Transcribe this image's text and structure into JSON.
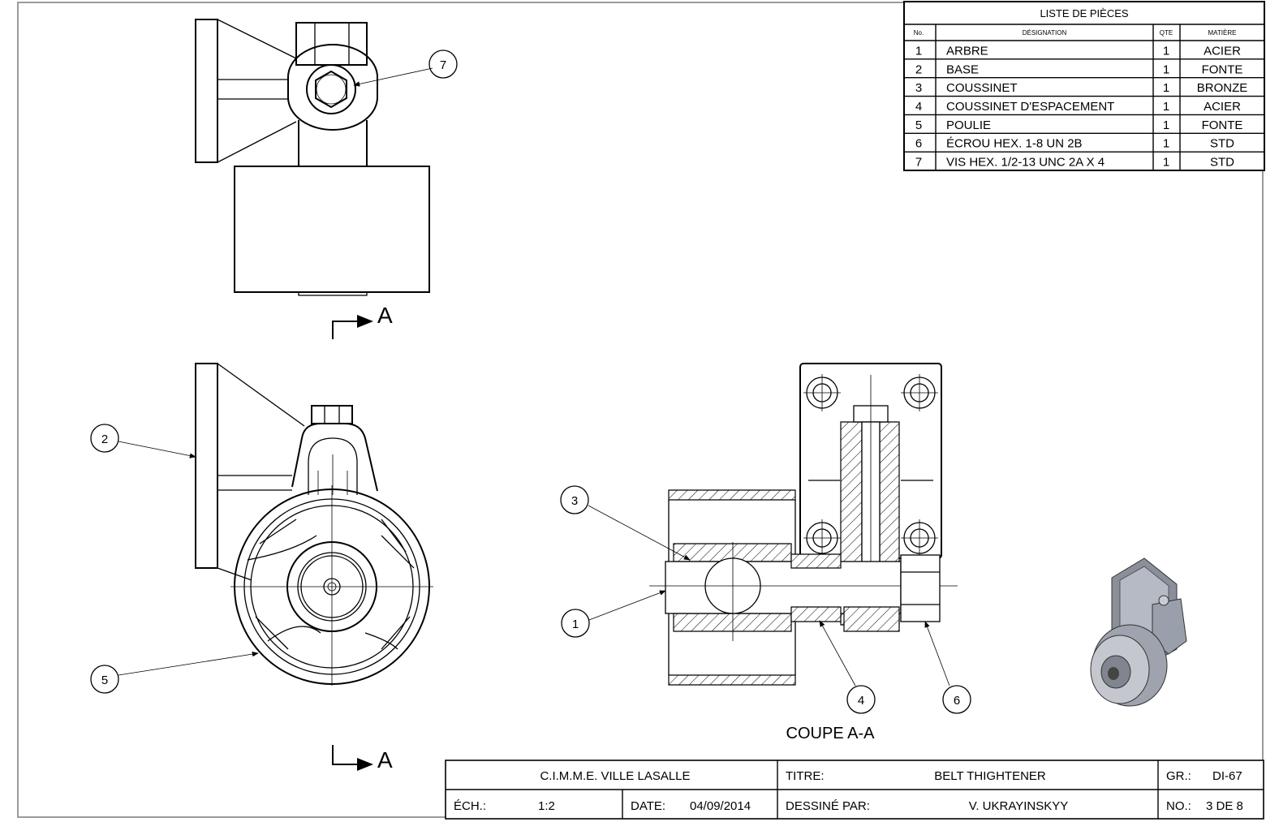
{
  "parts_list": {
    "title": "LISTE DE PIÈCES",
    "headers": [
      "No.",
      "DÉSIGNATION",
      "QTE",
      "MATIÈRE"
    ],
    "rows": [
      [
        "1",
        "ARBRE",
        "1",
        "ACIER"
      ],
      [
        "2",
        "BASE",
        "1",
        "FONTE"
      ],
      [
        "3",
        "COUSSINET",
        "1",
        "BRONZE"
      ],
      [
        "4",
        "COUSSINET D'ESPACEMENT",
        "1",
        "ACIER"
      ],
      [
        "5",
        "POULIE",
        "1",
        "FONTE"
      ],
      [
        "6",
        "ÉCROU HEX. 1-8 UN 2B",
        "1",
        "STD"
      ],
      [
        "7",
        "VIS HEX. 1/2-13 UNC 2A X 4",
        "1",
        "STD"
      ]
    ]
  },
  "balloons": {
    "b1": "1",
    "b2": "2",
    "b3": "3",
    "b4": "4",
    "b5": "5",
    "b6": "6",
    "b7": "7"
  },
  "section": {
    "arrow_label_top": "A",
    "arrow_label_bottom": "A",
    "caption": "COUPE A-A"
  },
  "title_block": {
    "school": "C.I.M.M.E. VILLE  LASALLE",
    "titre_label": "TITRE:",
    "titre_value": "BELT THIGHTENER",
    "gr_label": "GR.:",
    "gr_value": "DI-67",
    "ech_label": "ÉCH.:",
    "ech_value": "1:2",
    "date_label": "DATE:",
    "date_value": "04/09/2014",
    "dessine_label": "DESSINÉ PAR:",
    "dessine_value": "V. UKRAYINSKYY",
    "no_label": "NO.:",
    "no_value": "3 DE 8"
  }
}
